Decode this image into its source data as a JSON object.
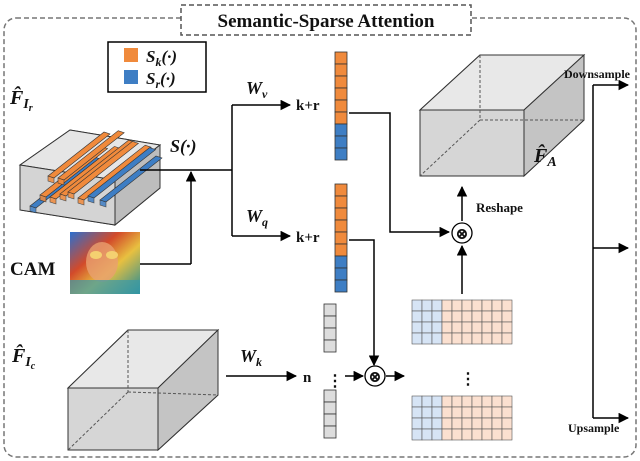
{
  "title": "Semantic-Sparse Attention",
  "legend": {
    "items": [
      {
        "base": "S",
        "sub": "k",
        "arg": "(·)",
        "color": "#F08A3C"
      },
      {
        "base": "S",
        "sub": "r",
        "arg": "(·)",
        "color": "#3E7EC4"
      }
    ]
  },
  "inputs": {
    "feature_r": {
      "base": "F̂",
      "sub": "I",
      "subsub": "r"
    },
    "cam": "CAM",
    "feature_c": {
      "base": "F̂",
      "sub": "I",
      "subsub": "c"
    }
  },
  "operators": {
    "select": "S(·)",
    "wv": {
      "base": "W",
      "sub": "v"
    },
    "wq": {
      "base": "W",
      "sub": "q"
    },
    "wk": {
      "base": "W",
      "sub": "k"
    },
    "multiply": "⊗"
  },
  "vectors": {
    "v_label": "k+r",
    "q_label": "k+r",
    "k_label": "n",
    "vdots": "⋮"
  },
  "output": {
    "feature_a": {
      "base": "F̂",
      "sub": "A"
    },
    "reshape": "Reshape",
    "downsample": "Downsample",
    "upsample": "Upsample"
  },
  "colors": {
    "orange": "#F08A3C",
    "blue": "#3E7EC4",
    "matrix_blue": "#D6E4F5",
    "matrix_peach": "#FBE0D0",
    "box_gray": "#D9D9D9",
    "k_cell": "#DDDDDD"
  }
}
